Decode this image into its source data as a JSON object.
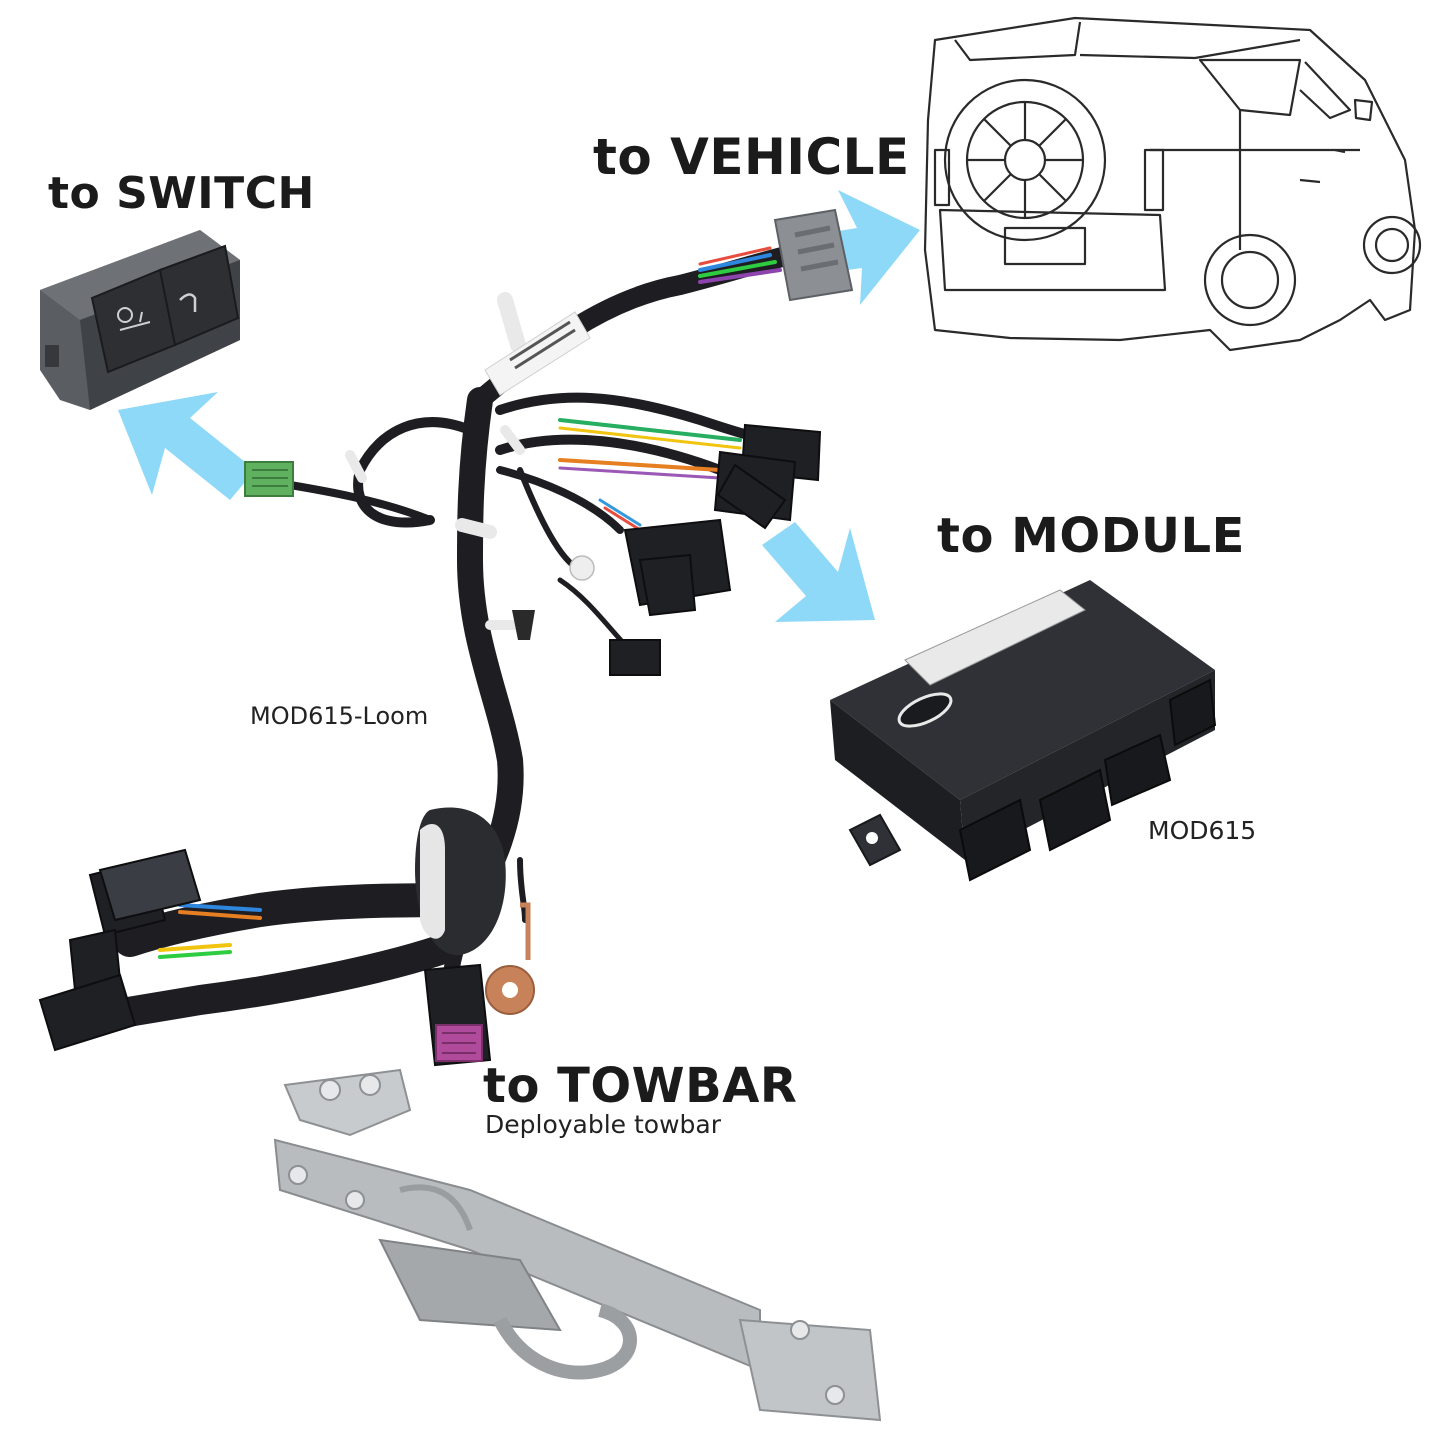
{
  "labels": {
    "switch": "to SWITCH",
    "vehicle": "to VEHICLE",
    "module": "to MODULE",
    "towbar": "to TOWBAR",
    "towbar_sub": "Deployable towbar",
    "loom": "MOD615-Loom",
    "module_part": "MOD615"
  },
  "colors": {
    "arrow": "#8ed8f8",
    "text": "#1b1b1b",
    "harness": "#1e1e22",
    "switch_body": "#4a4d52",
    "module_body": "#2a2c30",
    "towbar_metal": "#b9bcbf",
    "connector_green": "#5fb05f",
    "connector_pink": "#b04a9a",
    "ring_terminal": "#c8825a"
  },
  "icons": [
    "arrow-left-up-icon",
    "arrow-right-up-icon",
    "arrow-right-down-icon"
  ]
}
